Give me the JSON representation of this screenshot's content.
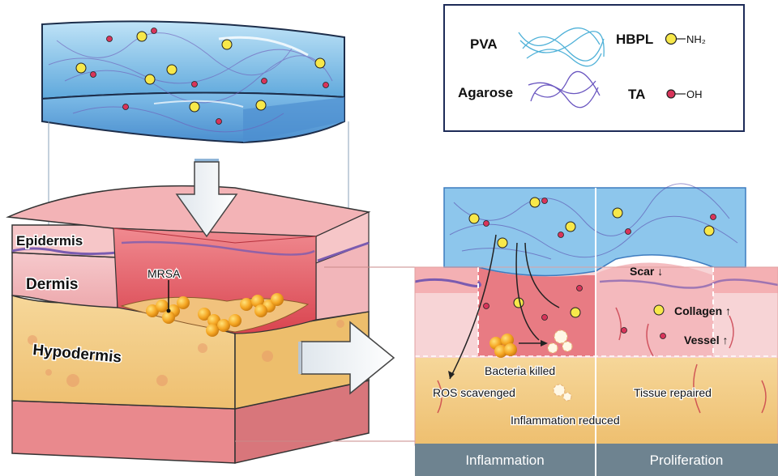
{
  "legend": {
    "pva": "PVA",
    "agarose": "Agarose",
    "hbpl": "HBPL",
    "hbpl_group": "NH₂",
    "ta": "TA",
    "ta_group": "OH"
  },
  "skin_labels": {
    "epidermis": "Epidermis",
    "dermis": "Dermis",
    "hypodermis": "Hypodermis",
    "mrsa": "MRSA"
  },
  "stages": {
    "inflammation": "Inflammation",
    "proliferation": "Proliferation"
  },
  "annotations": {
    "scar": "Scar",
    "collagen": "Collagen",
    "vessel": "Vessel",
    "bacteria_killed": "Bacteria killed",
    "ros_scavenged": "ROS scavenged",
    "tissue_repaired": "Tissue repaired",
    "inflammation_reduced": "Inflammation reduced"
  },
  "colors": {
    "hydrogel": "#8fc8ec",
    "hbpl_dot": "#f7e84a",
    "ta_dot": "#d8345a",
    "dermis": "#f2b8bd",
    "wound": "#e0606a",
    "hypodermis": "#f4d08a",
    "base": "#e88a8e",
    "stage_bar": "#6e8390"
  }
}
